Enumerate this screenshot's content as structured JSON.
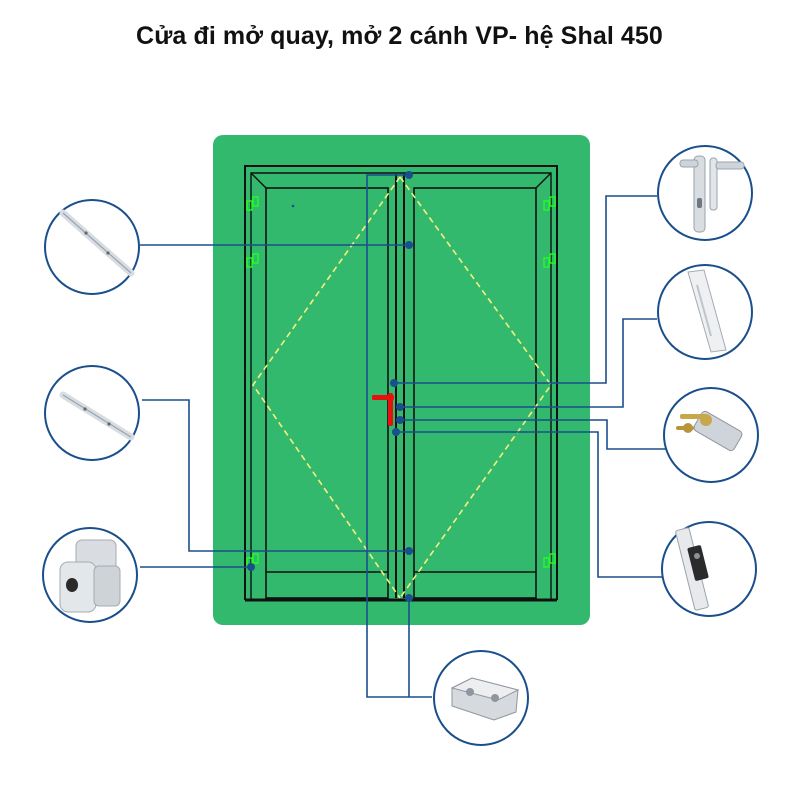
{
  "title": "Cửa đi mở quay, mở 2 cánh VP- hệ Shal 450",
  "colors": {
    "panel_background": "#33b96e",
    "frame_line": "#111111",
    "swing_guide": "#f5f07a",
    "connector_line": "#1a4f8c",
    "hinge_marker": "#22ff22",
    "handle": "#e8100d",
    "callout_ring": "#1a4f8c"
  },
  "hardware_callouts": [
    {
      "id": "flush-bolt-top",
      "icon": "flush-bolt-icon",
      "side": "left"
    },
    {
      "id": "flush-bolt-bottom",
      "icon": "flush-bolt-icon",
      "side": "left"
    },
    {
      "id": "hinge",
      "icon": "door-hinge-icon",
      "side": "left"
    },
    {
      "id": "handle",
      "icon": "lever-handle-icon",
      "side": "right"
    },
    {
      "id": "strike-plate",
      "icon": "strike-plate-icon",
      "side": "right"
    },
    {
      "id": "cylinder-lock",
      "icon": "key-cylinder-icon",
      "side": "right"
    },
    {
      "id": "lock-body",
      "icon": "lock-body-icon",
      "side": "right"
    },
    {
      "id": "door-stopper",
      "icon": "door-stopper-icon",
      "side": "bottom"
    }
  ]
}
